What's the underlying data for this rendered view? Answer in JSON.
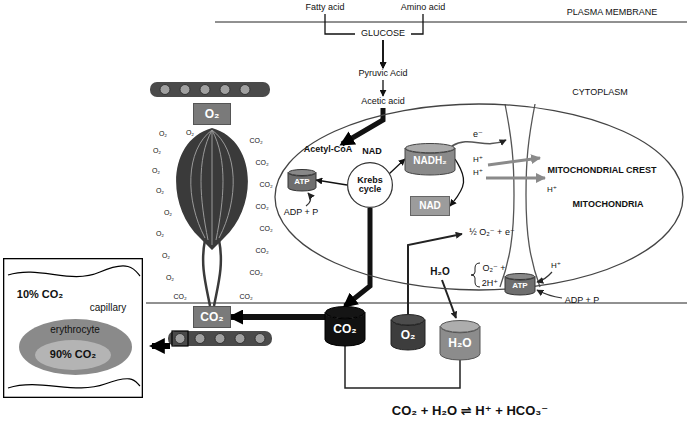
{
  "diagram": {
    "nodes": [
      {
        "text": [
          "Fatty acid"
        ]
      },
      {
        "text": [
          "Amino acid"
        ]
      },
      {
        "text": [
          "GLUCOSE"
        ]
      },
      {
        "text": [
          "Pyruvic Acid"
        ]
      },
      {
        "text": [
          "Acetic acid"
        ]
      },
      {
        "text": [
          "MITOCHONDRIA"
        ]
      },
      {
        "text": [
          "Acetyl-CoA"
        ],
        "in": 5
      },
      {
        "text": [
          "Krebs cycle"
        ],
        "in": 5
      },
      {
        "text": [
          "ATP"
        ],
        "in": 5
      },
      {
        "text": [
          "NADH₂"
        ],
        "in": 5
      },
      {
        "text": [
          "NAD"
        ],
        "in": 5
      },
      {
        "text": [
          "ATP"
        ],
        "in": 5
      },
      {
        "text": [
          "O₂"
        ]
      },
      {
        "text": [
          "CO₂"
        ]
      },
      {
        "text": [
          "CO₂"
        ]
      },
      {
        "text": [
          "O₂"
        ]
      },
      {
        "text": [
          "H₂O"
        ]
      },
      {
        "text": [
          "10% CO₂",
          "capillary"
        ]
      },
      {
        "text": [
          "erythrocyte",
          "90% CO₂"
        ],
        "in": 17
      }
    ],
    "edges": [
      {
        "from": 0,
        "to": 3,
        "arrow": "to"
      },
      {
        "from": 1,
        "to": 3,
        "arrow": "to"
      },
      {
        "from": 2,
        "to": 3,
        "arrow": "to"
      },
      {
        "from": 3,
        "to": 4,
        "arrow": "to"
      },
      {
        "from": 4,
        "to": 6,
        "arrow": "to"
      },
      {
        "from": 7,
        "to": 8,
        "arrow": "to"
      },
      {
        "from": 7,
        "to": 9,
        "arrow": "to"
      },
      {
        "from": 9,
        "to": 10,
        "arrow": "to"
      },
      {
        "from": 7,
        "to": 14,
        "arrow": "to"
      },
      {
        "from": 14,
        "to": 13,
        "arrow": "to"
      }
    ],
    "labels": [
      "PLASMA MEMBRANE",
      "CYTOPLASM",
      "NAD",
      "e⁻",
      "H⁺",
      "H⁺",
      "H⁺",
      "MITOCHONDRIAL CREST",
      "½ O₂⁻ + e⁻",
      "H₂O",
      "O₂⁻ +",
      "2H⁺",
      "H⁺",
      "ADP + P",
      "ADP + P",
      "CO₂ + H₂O ⇌ H⁺ + HCO₃⁻",
      "O₂",
      "O₂",
      "O₂",
      "O₂",
      "O₂",
      "O₂",
      "O₂",
      "O₂",
      "O₂",
      "CO₂",
      "CO₂",
      "CO₂",
      "CO₂",
      "CO₂",
      "CO₂",
      "CO₂",
      "CO₂",
      "CO₂"
    ]
  }
}
